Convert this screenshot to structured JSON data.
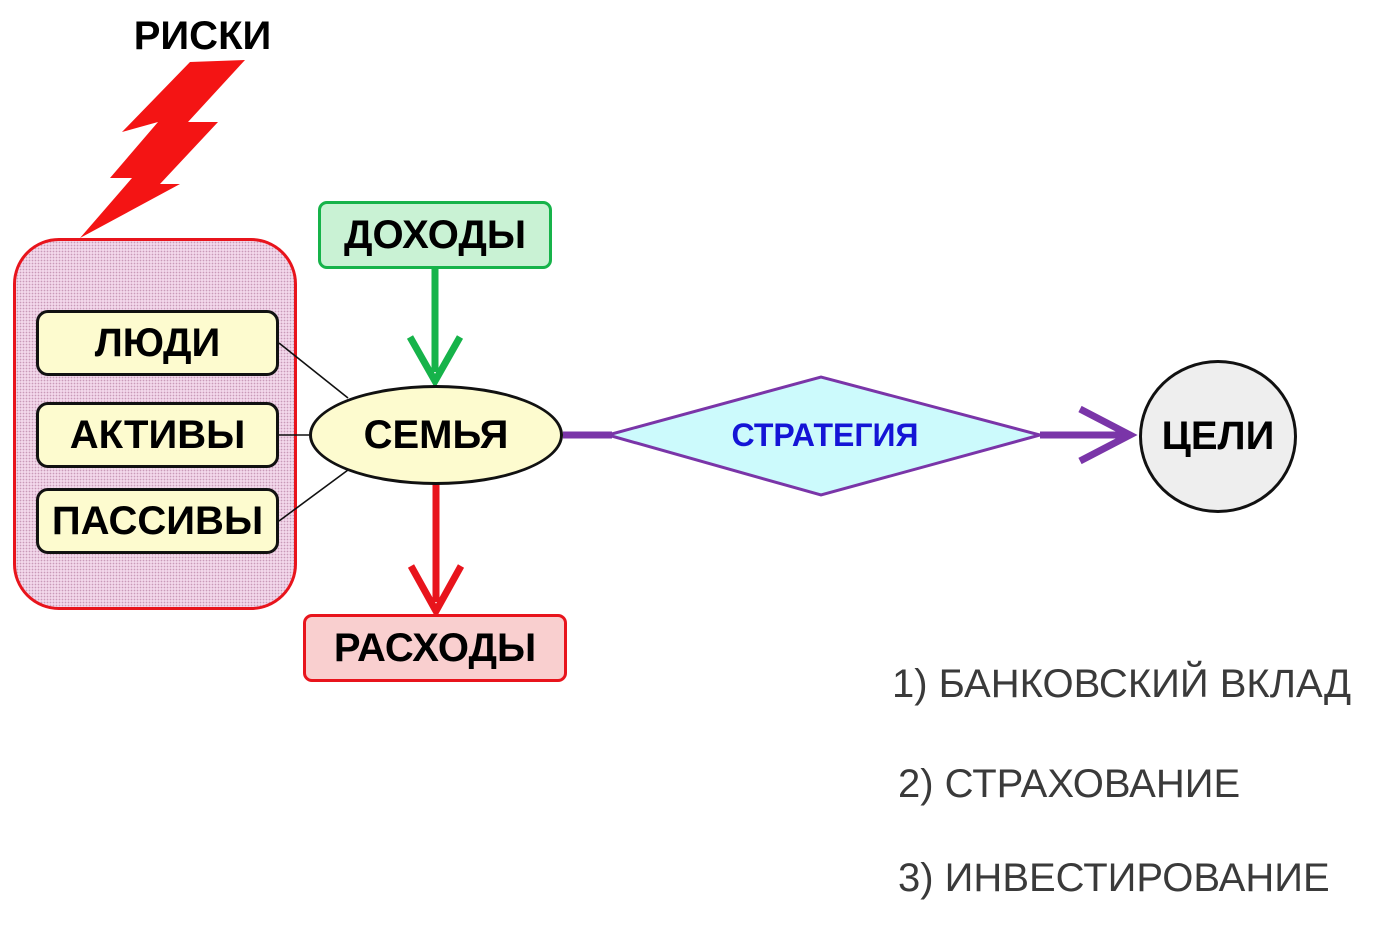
{
  "risks": {
    "label": "РИСКИ"
  },
  "risk_items": [
    {
      "label": "ЛЮДИ"
    },
    {
      "label": "АКТИВЫ"
    },
    {
      "label": "ПАССИВЫ"
    }
  ],
  "income": {
    "label": "ДОХОДЫ"
  },
  "family": {
    "label": "СЕМЬЯ"
  },
  "expenses": {
    "label": "РАСХОДЫ"
  },
  "strategy": {
    "label": "СТРАТЕГИЯ"
  },
  "goals": {
    "label": "ЦЕЛИ"
  },
  "strategies_list": [
    {
      "label": "1) БАНКОВСКИЙ ВКЛАД"
    },
    {
      "label": "2) СТРАХОВАНИЕ"
    },
    {
      "label": "3) ИНВЕСТИРОВАНИЕ"
    }
  ],
  "colors": {
    "risk_red": "#e8141c",
    "income_green": "#16b34a",
    "strategy_purple": "#7a35a8",
    "strategy_fill": "#ccfafc",
    "strategy_text": "#1414d6",
    "box_fill": "#fdfbcf"
  }
}
